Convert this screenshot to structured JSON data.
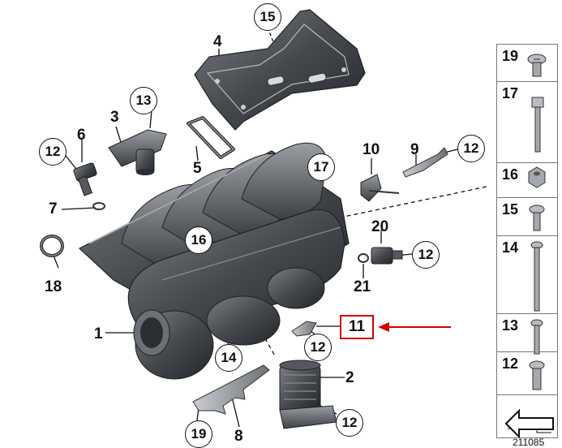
{
  "callouts": {
    "c1": "1",
    "c2": "2",
    "c3": "3",
    "c4": "4",
    "c5": "5",
    "c6": "6",
    "c7": "7",
    "c8": "8",
    "c9": "9",
    "c10": "10",
    "c11": "11",
    "c12a": "12",
    "c12b": "12",
    "c12c": "12",
    "c12d": "12",
    "c12e": "12",
    "c13": "13",
    "c14": "14",
    "c15": "15",
    "c16": "16",
    "c17": "17",
    "c18": "18",
    "c19": "19",
    "c20": "20",
    "c21": "21"
  },
  "sidebar": {
    "items": [
      "19",
      "17",
      "16",
      "15",
      "14",
      "13",
      "12"
    ]
  },
  "doc_number": "211085",
  "colors": {
    "highlight": "#d40000",
    "part_dark": "#3a3d41",
    "part_mid": "#5a5e63",
    "part_light": "#8a8e93"
  }
}
